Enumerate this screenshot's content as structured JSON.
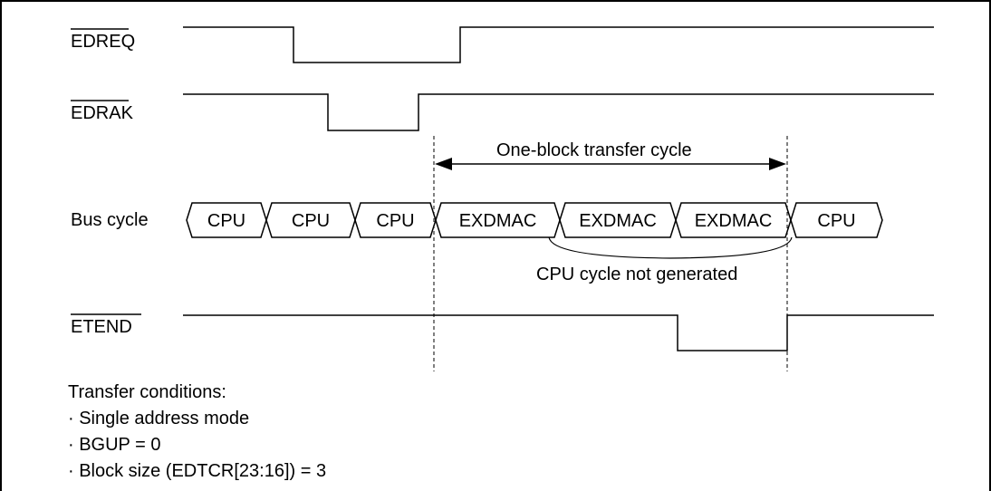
{
  "signals": {
    "edreq": "EDREQ",
    "edrak": "EDRAK",
    "bus_cycle": "Bus cycle",
    "etend": "ETEND"
  },
  "bus_cycles": [
    "CPU",
    "CPU",
    "CPU",
    "EXDMAC",
    "EXDMAC",
    "EXDMAC",
    "CPU"
  ],
  "annotations": {
    "one_block": "One-block transfer cycle",
    "cpu_not_generated": "CPU cycle not generated"
  },
  "conditions": {
    "title": "Transfer conditions:",
    "items": [
      "· Single address mode",
      "· BGUP = 0",
      "· Block size (EDTCR[23:16]) = 3"
    ]
  }
}
